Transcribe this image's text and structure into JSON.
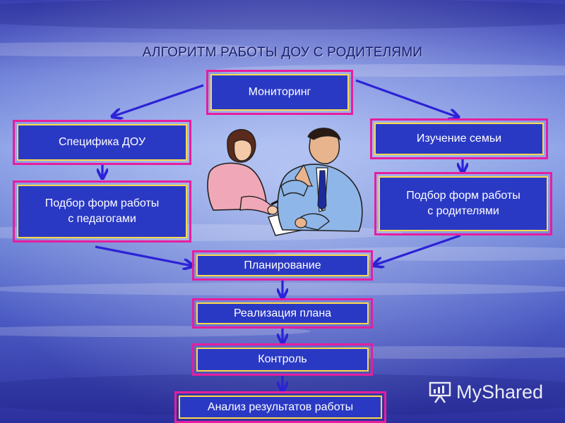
{
  "title": "АЛГОРИТМ РАБОТЫ ДОУ С РОДИТЕЛЯМИ",
  "boxes": {
    "monitoring": "Мониторинг",
    "specifics": "Специфика ДОУ",
    "family_study": "Изучение семьи",
    "forms_teachers_line1": "Подбор форм работы",
    "forms_teachers_line2": "с педагогами",
    "forms_parents_line1": "Подбор форм работы",
    "forms_parents_line2": "с родителями",
    "planning": "Планирование",
    "implementation": "Реализация плана",
    "control": "Контроль",
    "analysis": "Анализ результатов работы"
  },
  "watermark": "MyShared",
  "colors": {
    "box_fill": "#2a39c4",
    "box_outer_border": "#e61e9e",
    "box_inner_border": "#ffd84a",
    "arrow": "#2c22d6",
    "title": "#1b1f6e"
  }
}
